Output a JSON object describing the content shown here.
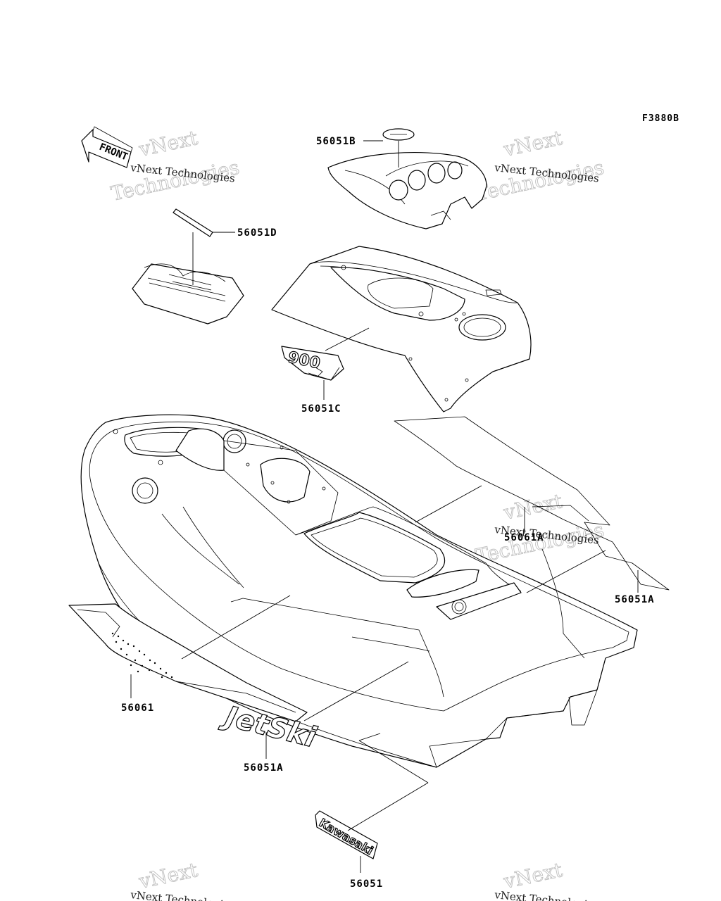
{
  "figure_code": "F3880B",
  "front_label": "FRONT",
  "watermark": {
    "line1": "vNext",
    "line2": "vNext Technologies",
    "line3": "Technologies"
  },
  "parts": {
    "p56051B": "56051B",
    "p56051D": "56051D",
    "p56051C": "56051C",
    "p56061A": "56061A",
    "p56051A_right": "56051A",
    "p56061": "56061",
    "p56051A_left": "56051A",
    "p56051": "56051"
  },
  "decals": {
    "badge_900": "900",
    "jetski": "JetSki",
    "kawasaki": "Kawasaki"
  }
}
